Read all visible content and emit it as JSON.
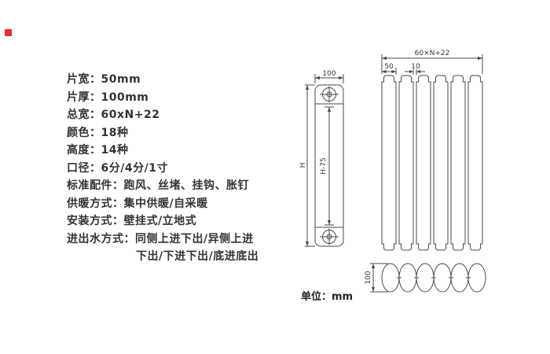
{
  "colors": {
    "ink": "#333333",
    "line": "#4a4a4a",
    "mark": "#e62e2e"
  },
  "specs": {
    "rows": [
      {
        "label": "片宽：",
        "value": "50mm"
      },
      {
        "label": "片厚：",
        "value": "100mm"
      },
      {
        "label": "总宽：",
        "value": "60xN+22"
      },
      {
        "label": "颜色：",
        "value": "18种"
      },
      {
        "label": "高度：",
        "value": "14种"
      },
      {
        "label": "口径：",
        "value": "6分/4分/1寸"
      },
      {
        "label": "标准配件：",
        "value": "跑风、丝堵、挂钩、胀钉"
      },
      {
        "label": "供暖方式：",
        "value": "集中供暖/自采暖"
      },
      {
        "label": "安装方式：",
        "value": "壁挂式/立地式"
      },
      {
        "label": "进出水方式：",
        "value": "同侧上进下出/异侧上进"
      },
      {
        "label": "",
        "value": "下出/下进下出/底进底出"
      }
    ]
  },
  "drawing": {
    "side_view": {
      "top_width": "100",
      "inner_height": "H-75",
      "total_height": "H"
    },
    "front_view": {
      "total_width": "60×N+22",
      "slat_width": "50",
      "gap": "10"
    },
    "top_view": {
      "depth": "100"
    },
    "unit": "单位：mm"
  }
}
